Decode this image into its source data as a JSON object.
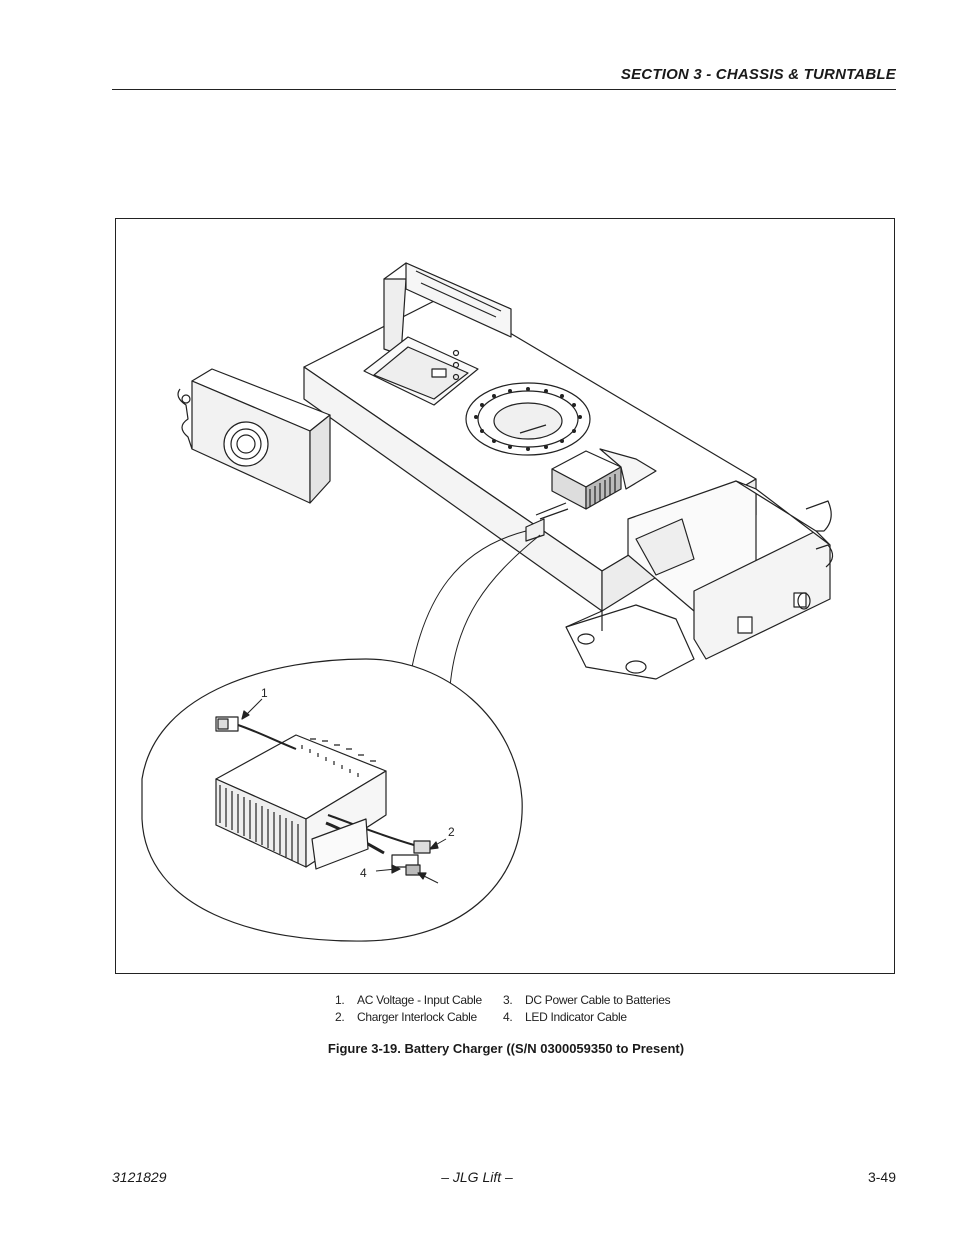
{
  "header": {
    "section_title": "SECTION 3 - CHASSIS & TURNTABLE"
  },
  "figure": {
    "callouts": [
      "1",
      "2",
      "4"
    ]
  },
  "legend": {
    "col1": [
      {
        "num": "1.",
        "label": "AC Voltage - Input Cable"
      },
      {
        "num": "2.",
        "label": "Charger Interlock Cable"
      }
    ],
    "col2": [
      {
        "num": "3.",
        "label": "DC Power Cable to Batteries"
      },
      {
        "num": "4.",
        "label": "LED Indicator Cable"
      }
    ]
  },
  "caption": "Figure 3-19.  Battery Charger ((S/N 0300059350 to Present)",
  "footer": {
    "doc_number": "3121829",
    "center": "– JLG Lift –",
    "page": "3-49"
  }
}
